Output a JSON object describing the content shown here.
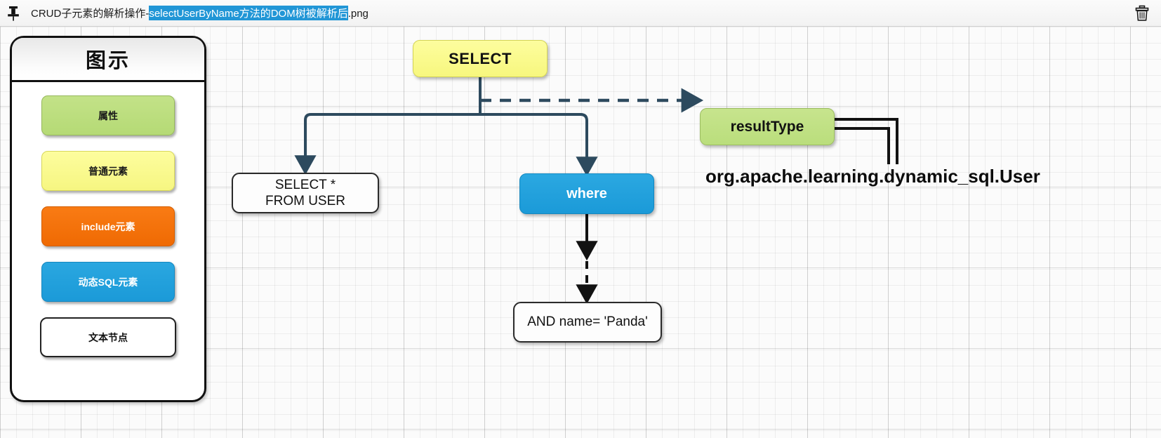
{
  "titlebar": {
    "pin_icon": "pushpin-icon",
    "filename_prefix": "CRUD子元素的解析操作-",
    "filename_selected": "selectUserByName方法的DOM树被解析后",
    "filename_suffix": ".png",
    "trash_icon": "trash-icon",
    "selection_color": "#2196d6"
  },
  "legend": {
    "title": "图示",
    "items": [
      {
        "label": "属性",
        "kind": "attribute",
        "color": "#bade7c"
      },
      {
        "label": "普通元素",
        "kind": "ordinary-element",
        "color": "#f7f77e"
      },
      {
        "label": "include元素",
        "kind": "include-element",
        "color": "#ef6a03"
      },
      {
        "label": "动态SQL元素",
        "kind": "dynamic-sql-element",
        "color": "#1b9ad8"
      },
      {
        "label": "文本节点",
        "kind": "text-node",
        "color": "#ffffff"
      }
    ]
  },
  "diagram": {
    "nodes": {
      "select": {
        "label": "SELECT",
        "kind": "ordinary-element"
      },
      "result_type": {
        "label": "resultType",
        "kind": "attribute"
      },
      "select_from_line1": "SELECT *",
      "select_from_line2": "FROM USER",
      "where": {
        "label": "where",
        "kind": "dynamic-sql-element"
      },
      "and_name": {
        "label": "AND name= 'Panda'",
        "kind": "text-node"
      },
      "user_type": {
        "label": "org.apache.learning.dynamic_sql.User"
      }
    },
    "edge_colors": {
      "tree": "#2d4a5e",
      "black": "#121212"
    }
  }
}
